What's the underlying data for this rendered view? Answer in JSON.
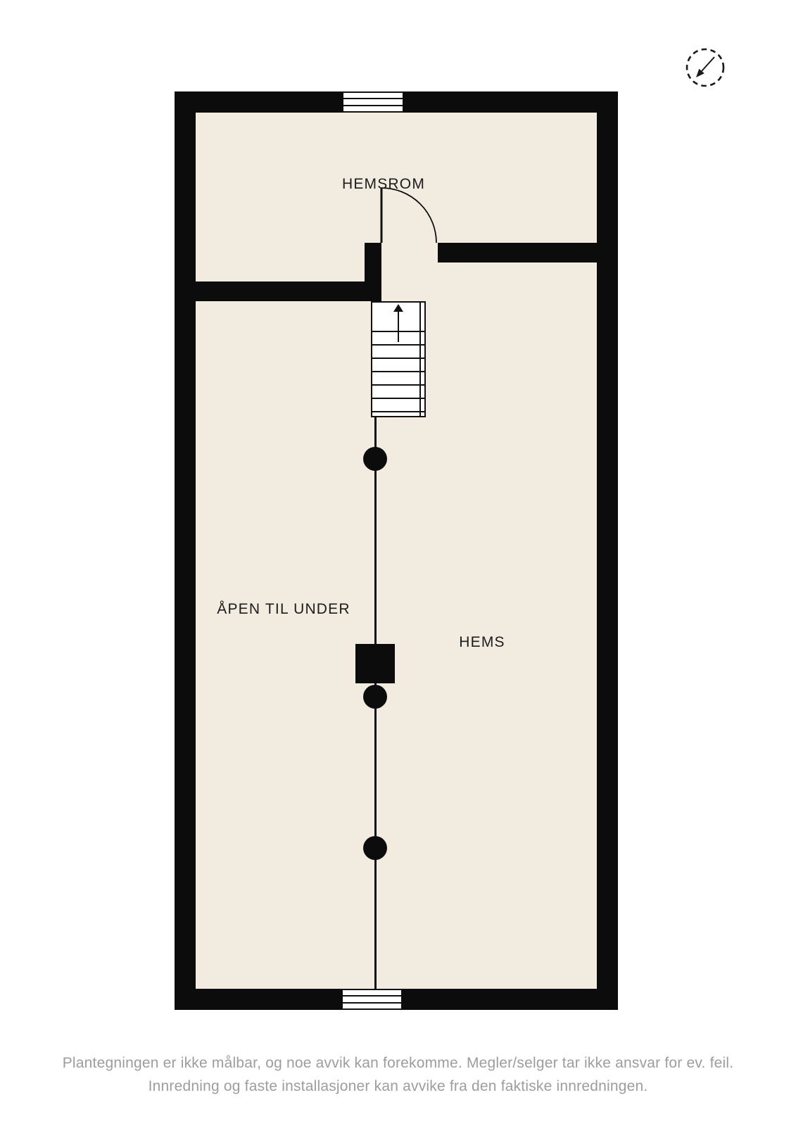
{
  "compass": {
    "icon": "compass-north-arrow"
  },
  "plan": {
    "colors": {
      "wall": "#0c0c0c",
      "floor": "#f1ecdf",
      "background": "#ffffff"
    },
    "rooms": [
      {
        "name": "hemsrom",
        "label": "HEMSROM"
      },
      {
        "name": "apen-til-under",
        "label": "ÅPEN TIL UNDER"
      },
      {
        "name": "hems",
        "label": "HEMS"
      }
    ],
    "symbols": {
      "staircase_direction": "up",
      "windows": 2,
      "doors": 1,
      "columns": 3,
      "chimney": 1
    }
  },
  "footer": {
    "line1": "Plantegningen er ikke målbar, og noe avvik kan forekomme. Megler/selger tar ikke ansvar for ev. feil.",
    "line2": "Innredning og faste installasjoner kan avvike fra den faktiske innredningen."
  }
}
